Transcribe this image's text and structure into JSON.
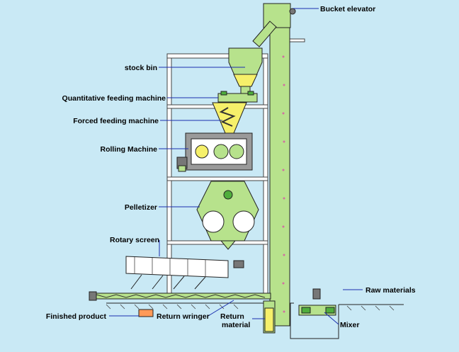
{
  "labels": {
    "bucket_elevator": "Bucket elevator",
    "stock_bin": "stock bin",
    "quantitative_feeding": "Quantitative feeding machine",
    "forced_feeding": "Forced feeding machine",
    "rolling_machine": "Rolling Machine",
    "pelletizer": "Pelletizer",
    "rotary_screen": "Rotary screen",
    "raw_materials": "Raw materials",
    "finished_product": "Finished product",
    "return_wringer": "Return wringer",
    "return_material_1": "Return",
    "return_material_2": "material",
    "mixer": "Mixer"
  },
  "colors": {
    "background": "#c9e9f5",
    "equipment_green": "#b7e28c",
    "dark_green": "#4fae3c",
    "material_yellow": "#f6f06a",
    "leader_blue": "#1a2fb0"
  }
}
